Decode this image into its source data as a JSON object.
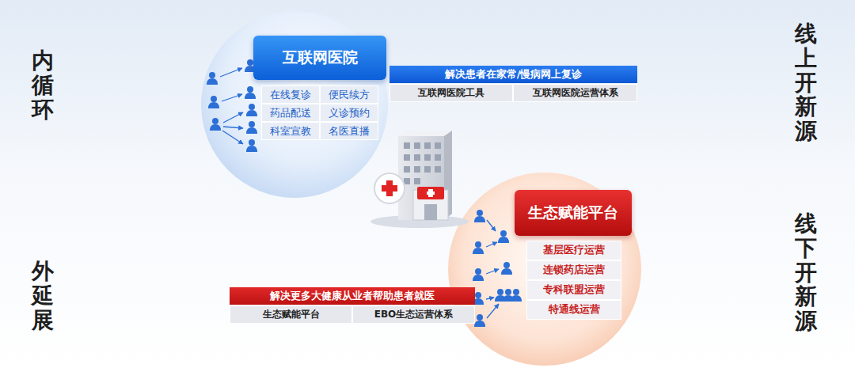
{
  "diagram": {
    "nodes": [
      {
        "text": [
          "互联网医院"
        ]
      },
      {
        "text": [
          "在线复诊"
        ]
      },
      {
        "text": [
          "便民续方"
        ]
      },
      {
        "text": [
          "药品配送"
        ]
      },
      {
        "text": [
          "义诊预约"
        ]
      },
      {
        "text": [
          "科室宣教"
        ]
      },
      {
        "text": [
          "名医直播"
        ]
      },
      {
        "text": [
          "解决患者在家常/慢病网上复诊"
        ]
      },
      {
        "text": [
          "互联网医院工具"
        ]
      },
      {
        "text": [
          "互联网医院运营体系"
        ]
      },
      {
        "text": [
          "生态赋能平台"
        ]
      },
      {
        "text": [
          "基层医疗运营"
        ]
      },
      {
        "text": [
          "连锁药店运营"
        ]
      },
      {
        "text": [
          "专科联盟运营"
        ]
      },
      {
        "text": [
          "特通线运营"
        ]
      },
      {
        "text": [
          "解决更多大健康从业者帮助患者就医"
        ]
      },
      {
        "text": [
          "生态赋能平台"
        ]
      },
      {
        "text": [
          "EBO生态运营体系"
        ]
      }
    ],
    "labels": [
      "内循环",
      "外延展",
      "线上开新源",
      "线下开新源"
    ]
  }
}
